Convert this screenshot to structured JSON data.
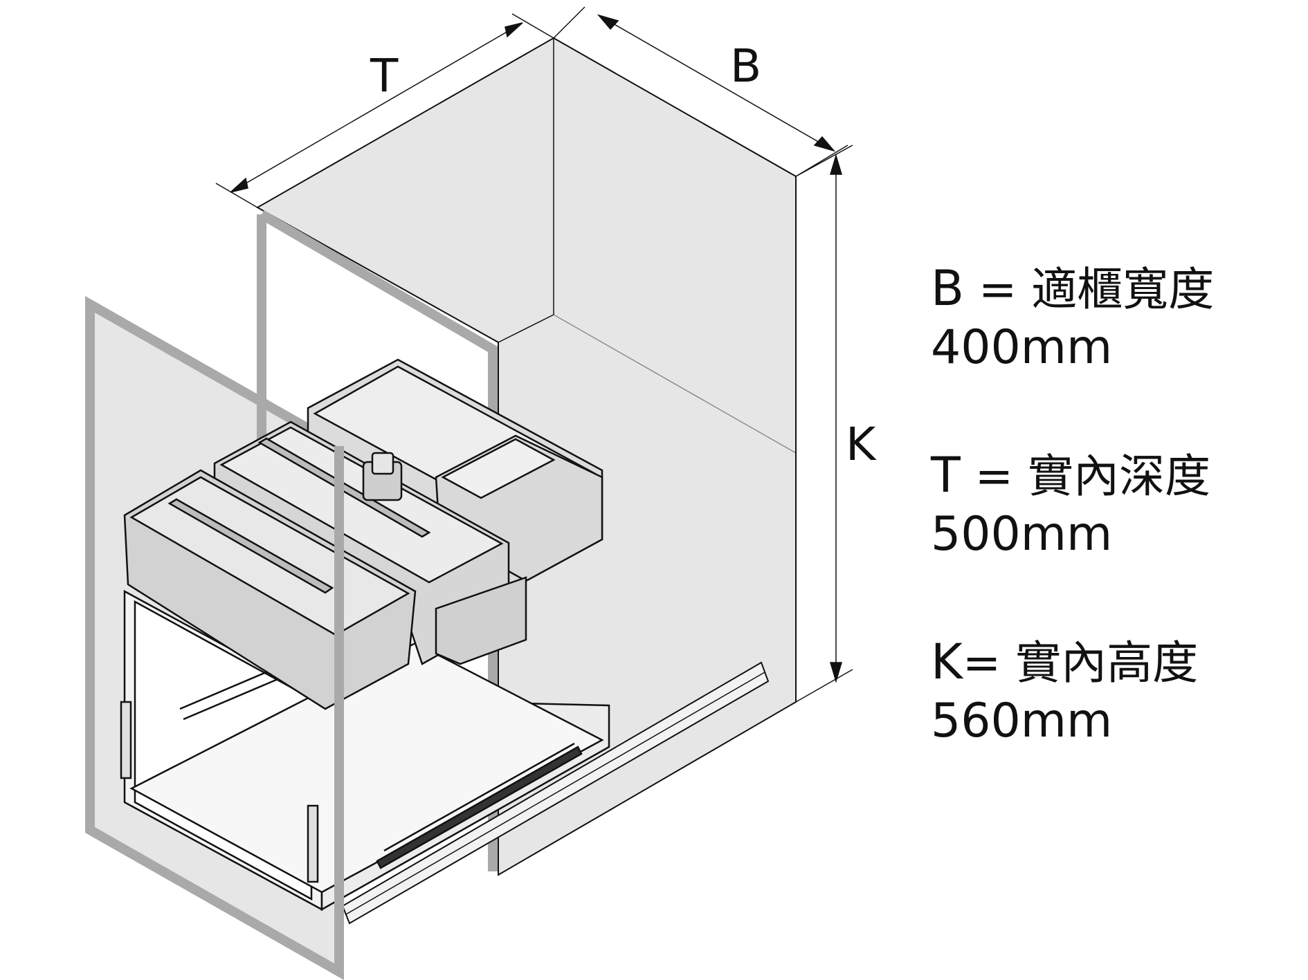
{
  "dimensions": {
    "t_label": "T",
    "b_label": "B",
    "k_label": "K"
  },
  "specs": [
    {
      "key": "B",
      "sep": " = ",
      "name": "適櫃寬度",
      "value": "400mm"
    },
    {
      "key": "T",
      "sep": " = ",
      "name": "實內深度",
      "value": "500mm"
    },
    {
      "key": "K",
      "sep": "= ",
      "name": "實內高度",
      "value": "560mm"
    }
  ],
  "colors": {
    "cabinet_fill": "#e5e5e5",
    "panel_frame": "#a9a9a9",
    "line": "#111111",
    "basket_fill": "#dcdcdc",
    "background": "#ffffff"
  }
}
